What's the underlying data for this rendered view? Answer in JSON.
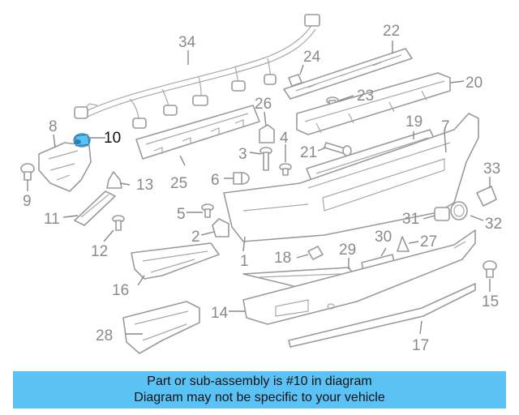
{
  "callouts": {
    "c1": "1",
    "c2": "2",
    "c3": "3",
    "c4": "4",
    "c5": "5",
    "c6": "6",
    "c7": "7",
    "c8": "8",
    "c9": "9",
    "c10": "10",
    "c11": "11",
    "c12": "12",
    "c13": "13",
    "c14": "14",
    "c15": "15",
    "c16": "16",
    "c17": "17",
    "c18": "18",
    "c19": "19",
    "c20": "20",
    "c21": "21",
    "c22": "22",
    "c23": "23",
    "c24": "24",
    "c25": "25",
    "c26": "26",
    "c27": "27",
    "c28": "28",
    "c29": "29",
    "c30": "30",
    "c31": "31",
    "c32": "32",
    "c33": "33",
    "c34": "34"
  },
  "highlight_color": "#5bc2f5",
  "banner": {
    "line1": "Part or sub-assembly is #10 in diagram",
    "line2": "Diagram may not be specific to your vehicle"
  }
}
